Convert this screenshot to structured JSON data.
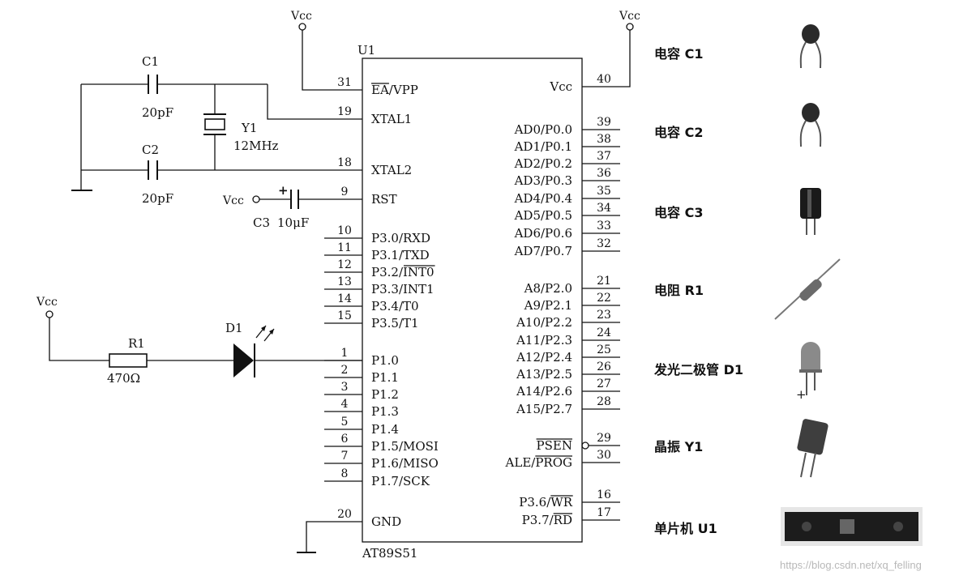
{
  "chip": {
    "ref": "U1",
    "part": "AT89S51",
    "left_pins": [
      {
        "num": "31",
        "name": "EA/VPP",
        "overline": "EA"
      },
      {
        "num": "19",
        "name": "XTAL1"
      },
      {
        "num": "18",
        "name": "XTAL2"
      },
      {
        "num": "9",
        "name": "RST"
      },
      {
        "num": "10",
        "name": "P3.0/RXD"
      },
      {
        "num": "11",
        "name": "P3.1/TXD"
      },
      {
        "num": "12",
        "name": "P3.2/INT0",
        "overline": "INT0"
      },
      {
        "num": "13",
        "name": "P3.3/INT1"
      },
      {
        "num": "14",
        "name": "P3.4/T0"
      },
      {
        "num": "15",
        "name": "P3.5/T1"
      },
      {
        "num": "1",
        "name": "P1.0"
      },
      {
        "num": "2",
        "name": "P1.1"
      },
      {
        "num": "3",
        "name": "P1.2"
      },
      {
        "num": "4",
        "name": "P1.3"
      },
      {
        "num": "5",
        "name": "P1.4"
      },
      {
        "num": "6",
        "name": "P1.5/MOSI"
      },
      {
        "num": "7",
        "name": "P1.6/MISO"
      },
      {
        "num": "8",
        "name": "P1.7/SCK"
      },
      {
        "num": "20",
        "name": "GND"
      }
    ],
    "right_pins": [
      {
        "num": "40",
        "name": "Vcc"
      },
      {
        "num": "39",
        "name": "AD0/P0.0"
      },
      {
        "num": "38",
        "name": "AD1/P0.1"
      },
      {
        "num": "37",
        "name": "AD2/P0.2"
      },
      {
        "num": "36",
        "name": "AD3/P0.3"
      },
      {
        "num": "35",
        "name": "AD4/P0.4"
      },
      {
        "num": "34",
        "name": "AD5/P0.5"
      },
      {
        "num": "33",
        "name": "AD6/P0.6"
      },
      {
        "num": "32",
        "name": "AD7/P0.7"
      },
      {
        "num": "21",
        "name": "A8/P2.0"
      },
      {
        "num": "22",
        "name": "A9/P2.1"
      },
      {
        "num": "23",
        "name": "A10/P2.2"
      },
      {
        "num": "24",
        "name": "A11/P2.3"
      },
      {
        "num": "25",
        "name": "A12/P2.4"
      },
      {
        "num": "26",
        "name": "A13/P2.5"
      },
      {
        "num": "27",
        "name": "A14/P2.6"
      },
      {
        "num": "28",
        "name": "A15/P2.7"
      },
      {
        "num": "29",
        "name": "PSEN",
        "overline": "PSEN"
      },
      {
        "num": "30",
        "name": "ALE/PROG",
        "overline": "PROG"
      },
      {
        "num": "16",
        "name": "P3.6/WR",
        "overline": "WR"
      },
      {
        "num": "17",
        "name": "P3.7/RD",
        "overline": "RD"
      }
    ]
  },
  "components": {
    "c1": {
      "ref": "C1",
      "value": "20pF"
    },
    "c2": {
      "ref": "C2",
      "value": "20pF"
    },
    "c3": {
      "ref": "C3",
      "value": "10μF",
      "polarity": "+"
    },
    "y1": {
      "ref": "Y1",
      "value": "12MHz"
    },
    "r1": {
      "ref": "R1",
      "value": "470Ω"
    },
    "d1": {
      "ref": "D1"
    }
  },
  "power": {
    "vcc_label": "Vcc"
  },
  "legend": [
    {
      "label": "电容 C1",
      "icon": "ceramic-capacitor-icon"
    },
    {
      "label": "电容 C2",
      "icon": "ceramic-capacitor-icon"
    },
    {
      "label": "电容 C3",
      "icon": "electrolytic-capacitor-icon"
    },
    {
      "label": "电阻 R1",
      "icon": "resistor-icon"
    },
    {
      "label": "发光二极管 D1",
      "icon": "led-icon",
      "mark": "+"
    },
    {
      "label": "晶振 Y1",
      "icon": "crystal-icon"
    },
    {
      "label": "单片机 U1",
      "icon": "microcontroller-chip-icon"
    }
  ],
  "watermark": "https://blog.csdn.net/xq_felling"
}
